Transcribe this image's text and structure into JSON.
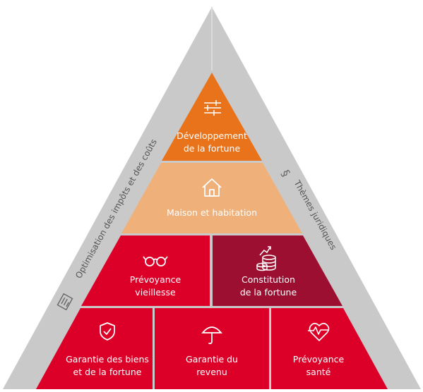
{
  "colors": {
    "frame": "#c9c9c9",
    "edge_text": "#555555",
    "top": "#e8731a",
    "second": "#f0b07a",
    "red": "#dc0029",
    "dark_red": "#9c0f31",
    "white": "#ffffff"
  },
  "left_side": {
    "label": "Optimisation des impôts et des coûts",
    "icon": "receipt-icon"
  },
  "right_side": {
    "label": "Thèmes juridiques",
    "icon": "paragraph-icon"
  },
  "tiers": {
    "top": {
      "line1": "Développement",
      "line2": "de la fortune",
      "icon": "sliders-icon"
    },
    "second": {
      "line1": "Maison et habitation",
      "icon": "house-icon"
    },
    "third_left": {
      "line1": "Prévoyance",
      "line2": "vieillesse",
      "icon": "glasses-icon"
    },
    "third_right": {
      "line1": "Constitution",
      "line2": "de la fortune",
      "icon": "coins-icon"
    },
    "bottom_left": {
      "line1": "Garantie des biens",
      "line2": "et de la fortune",
      "icon": "shield-icon"
    },
    "bottom_mid": {
      "line1": "Garantie du",
      "line2": "revenu",
      "icon": "umbrella-icon"
    },
    "bottom_right": {
      "line1": "Prévoyance",
      "line2": "santé",
      "icon": "heart-pulse-icon"
    }
  }
}
